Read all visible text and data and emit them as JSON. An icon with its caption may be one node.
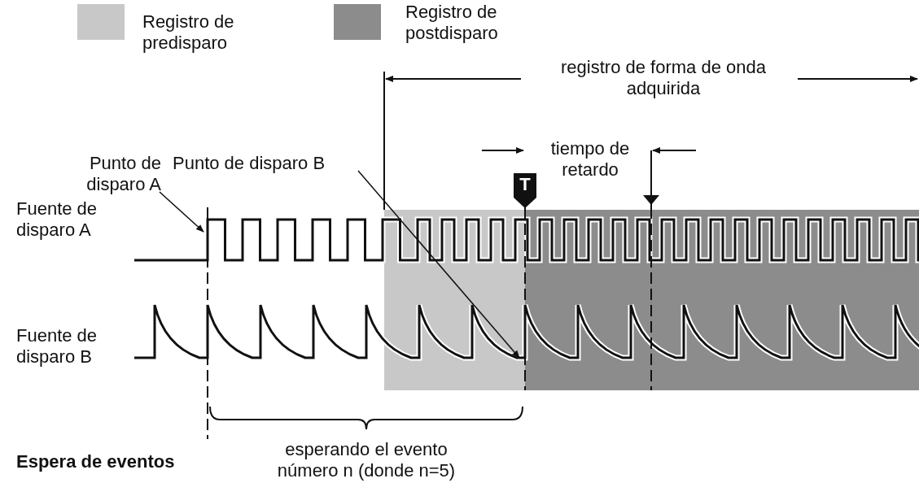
{
  "diagram": {
    "nodes": [
      {
        "text": [
          "Punto de disparo A"
        ]
      },
      {
        "text": [
          "Punto de disparo B"
        ]
      }
    ],
    "edges": [
      {
        "from": 0,
        "to": null,
        "arrow": "to"
      },
      {
        "from": 1,
        "to": null,
        "arrow": "to"
      }
    ],
    "labels": [
      "registro de forma de onda adquirida",
      "tiempo de retardo",
      "T",
      "Fuente de disparo A",
      "Fuente de disparo B",
      "Espera de eventos",
      "esperando el evento número n (donde n=5)"
    ],
    "legend": [
      {
        "text": "Registro de predisparo",
        "color": "#c8c8c8"
      },
      {
        "text": "Registro de postdisparo",
        "color": "#8c8c8c"
      }
    ]
  }
}
